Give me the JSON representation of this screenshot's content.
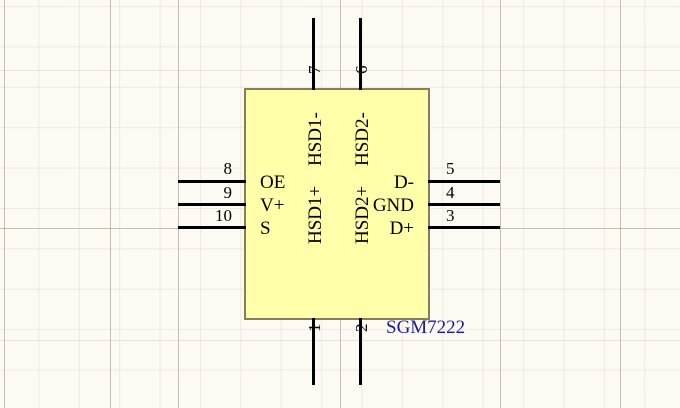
{
  "schematic": {
    "part_label": "SGM7222",
    "part_label_color": "#1a1a9c",
    "body_fill_color": "#ffffaa",
    "body_border_color": "#8a7c58",
    "background_color": "#fdfaf4",
    "wire_color": "#000000",
    "pins": {
      "left": [
        {
          "number": "8",
          "name": "OE"
        },
        {
          "number": "9",
          "name": "V+"
        },
        {
          "number": "10",
          "name": "S"
        }
      ],
      "right": [
        {
          "number": "5",
          "name": "D-"
        },
        {
          "number": "4",
          "name": "GND"
        },
        {
          "number": "3",
          "name": "D+"
        }
      ],
      "top": [
        {
          "number": "7",
          "name": "HSD1-"
        },
        {
          "number": "6",
          "name": "HSD2-"
        }
      ],
      "bottom": [
        {
          "number": "1",
          "name": "HSD1+"
        },
        {
          "number": "2",
          "name": "HSD2+"
        }
      ]
    }
  }
}
